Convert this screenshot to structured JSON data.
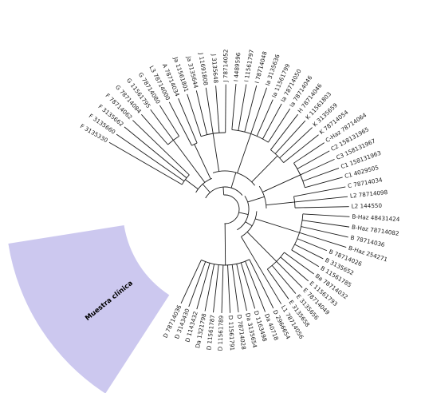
{
  "tree": {
    "highlight": {
      "label": "Muestra clínica",
      "color": "#c9c5ee"
    },
    "leaves": [
      "F 3135330",
      "F 3135660",
      "F 3135662",
      "F 78714062",
      "G 78714084",
      "G 11561795",
      "G 78714080",
      "L3 78714000",
      "A 78714034",
      "Ja 11561801",
      "Ja 3135644",
      "J 11691808",
      "J 3135648",
      "J 78714052",
      "I 4489596",
      "I 11561797",
      "I 78714048",
      "Ia 3135636",
      "Ia 11561799",
      "Ia 78714050",
      "Ia 78714046",
      "H 78714046",
      "K 11561803",
      "K 3135659",
      "K 78714054",
      "C-Haz 78714064",
      "C2 158131965",
      "C3 158131967",
      "C1 158131963",
      "C1 4029505",
      "C 78714034",
      "L2 78714098",
      "L2 144550",
      "B-Haz 48431424",
      "B-Haz 78714082",
      "B 78714036",
      "B-Haz 254271",
      "B 78714026",
      "B 3135652",
      "B 11561785",
      "Ba 78714032",
      "E 11561793",
      "E 78714049",
      "E 3135656",
      "E 3135658",
      "L1 78714056",
      "D 2966654",
      "Da 40718",
      "D 1163498",
      "Da 3135654",
      "D 78714028",
      "D 11561791",
      "D 11561789",
      "D 11561787",
      "Da 1321798",
      "D 1143432",
      "D 3143430",
      "D 78714036"
    ]
  }
}
